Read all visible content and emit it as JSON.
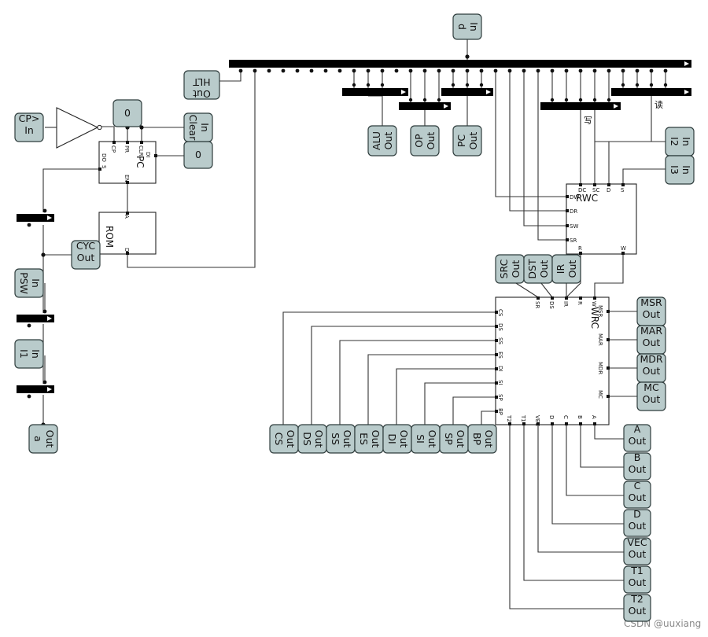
{
  "bus_labels": {
    "write": "写",
    "read": "读"
  },
  "inputs": {
    "cp": [
      "CP>",
      "In"
    ],
    "hlt_out": [
      "Out",
      "HLT"
    ],
    "clear": [
      "Clear",
      "In"
    ],
    "p_in": [
      "d",
      "In"
    ],
    "psw": [
      "PSW",
      "In"
    ],
    "i1": [
      "I1",
      "In"
    ],
    "i2": [
      "I2",
      "In"
    ],
    "i3": [
      "I3",
      "In"
    ]
  },
  "constants": {
    "c0_top": "0",
    "c0_mid": "0"
  },
  "outputs": {
    "alu": [
      "ALU",
      "Out"
    ],
    "op": [
      "OP",
      "Out"
    ],
    "pc": [
      "PC",
      "Out"
    ],
    "cyc": [
      "CYC",
      "Out"
    ],
    "a_lower": [
      "a",
      "Out"
    ],
    "src": [
      "SRC",
      "Out"
    ],
    "dst": [
      "DST",
      "Out"
    ],
    "ir": [
      "IR",
      "Out"
    ],
    "msr": [
      "MSR",
      "Out"
    ],
    "mar": [
      "MAR",
      "Out"
    ],
    "mdr": [
      "MDR",
      "Out"
    ],
    "mc": [
      "MC",
      "Out"
    ],
    "cs": [
      "CS",
      "Out"
    ],
    "ds": [
      "DS",
      "Out"
    ],
    "ss": [
      "SS",
      "Out"
    ],
    "es": [
      "ES",
      "Out"
    ],
    "di": [
      "DI",
      "Out"
    ],
    "si": [
      "SI",
      "Out"
    ],
    "sp": [
      "SP",
      "Out"
    ],
    "bp": [
      "BP",
      "Out"
    ],
    "a": [
      "A",
      "Out"
    ],
    "b": [
      "B",
      "Out"
    ],
    "c": [
      "C",
      "Out"
    ],
    "d": [
      "D",
      "Out"
    ],
    "vec": [
      "VEC",
      "Out"
    ],
    "t1": [
      "T1",
      "Out"
    ],
    "t2": [
      "T2",
      "Out"
    ]
  },
  "blocks": {
    "pc": {
      "title": "PC",
      "pins": [
        "CP",
        "PR",
        "CLR",
        "DI",
        "DO",
        "S",
        "EN"
      ]
    },
    "rom": {
      "title": "ROM",
      "pins": [
        "A",
        "D"
      ]
    },
    "rwc": {
      "title": "RWC",
      "pins_top": [
        "DC",
        "SC",
        "D",
        "S"
      ],
      "pins_left": [
        "DW",
        "DR",
        "SW",
        "SR"
      ],
      "pins_bottom": [
        "R",
        "W"
      ]
    },
    "wrc": {
      "title": "WRC",
      "pins_top": [
        "SR",
        "DS",
        "IR",
        "R",
        "W"
      ],
      "pins_left": [
        "CS",
        "DS",
        "SS",
        "ES",
        "DI",
        "SI",
        "SP",
        "BP"
      ],
      "pins_right": [
        "MSR",
        "MAR",
        "MDR",
        "MC"
      ],
      "pins_bottom": [
        "T2",
        "T1",
        "VEC",
        "D",
        "C",
        "B",
        "A"
      ]
    }
  },
  "watermark": "CSDN @uuxiang"
}
